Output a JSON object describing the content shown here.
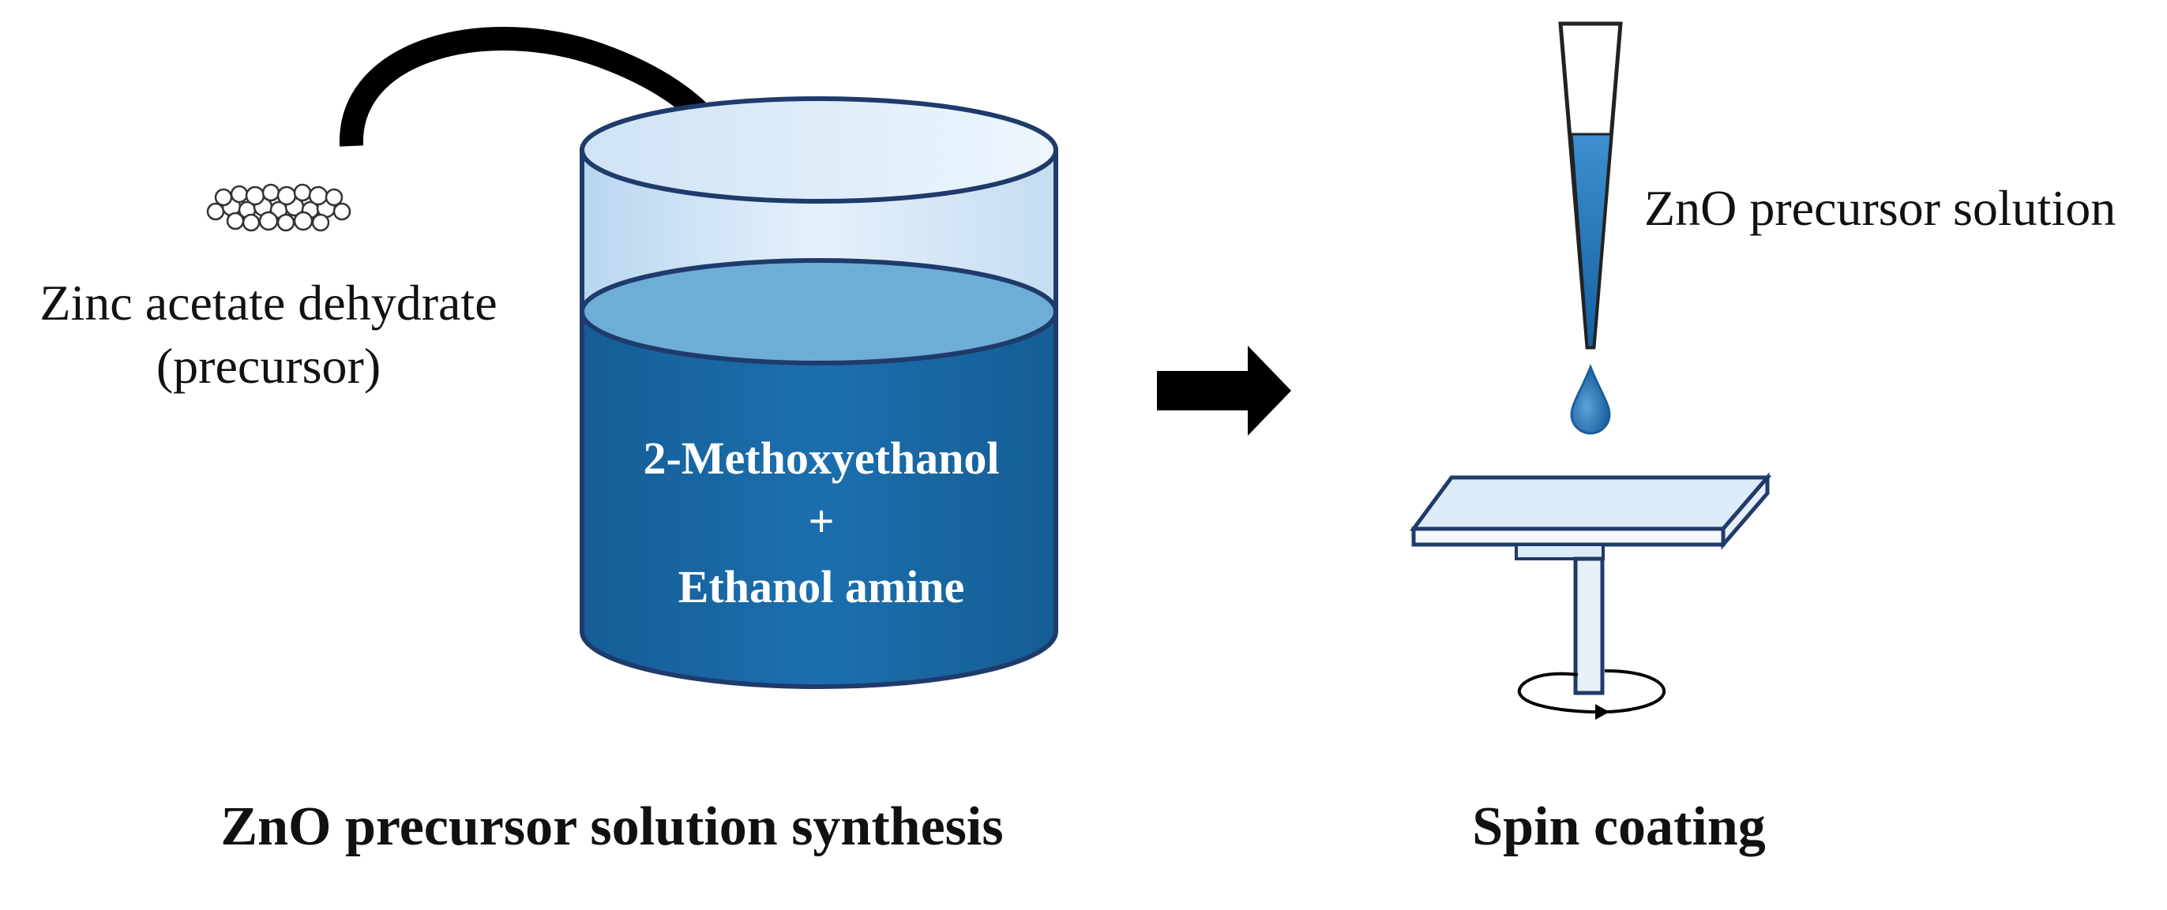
{
  "precursor": {
    "line1": "Zinc acetate dehydrate",
    "line2": "(precursor)"
  },
  "beaker": {
    "line1": "2-Methoxyethanol",
    "line2": "+",
    "line3": "Ethanol amine"
  },
  "pipette": {
    "label": "ZnO precursor solution"
  },
  "captions": {
    "left": "ZnO precursor solution synthesis",
    "right": "Spin coating"
  },
  "colors": {
    "liquid": "#1b6fae",
    "liquid_dark": "#155d95",
    "liquid_top": "#6eaed6",
    "glass": "#dcebf8",
    "outline": "#1f3b6b",
    "arrow": "#000000"
  }
}
